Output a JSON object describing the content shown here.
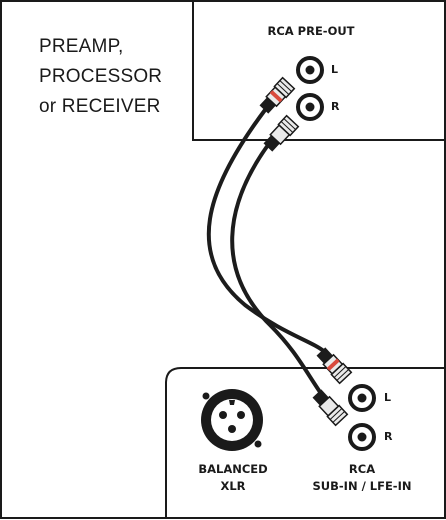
{
  "preamp_box": {
    "title_lines": [
      "PREAMP,",
      "PROCESSOR",
      "or RECEIVER"
    ],
    "output_label": "RCA PRE-OUT",
    "jacks": [
      {
        "label": "L"
      },
      {
        "label": "R"
      }
    ]
  },
  "subwoofer_panel": {
    "xlr_label_lines": [
      "BALANCED",
      "XLR"
    ],
    "rca_label_lines": [
      "RCA",
      "SUB-IN / LFE-IN"
    ],
    "jacks": [
      {
        "label": "L"
      },
      {
        "label": "R"
      }
    ]
  },
  "colors": {
    "line": "#1a1a1a",
    "cable": "#1c1c1c",
    "connector_band": "#d94a3d",
    "connector_body": "#eaeaea"
  }
}
